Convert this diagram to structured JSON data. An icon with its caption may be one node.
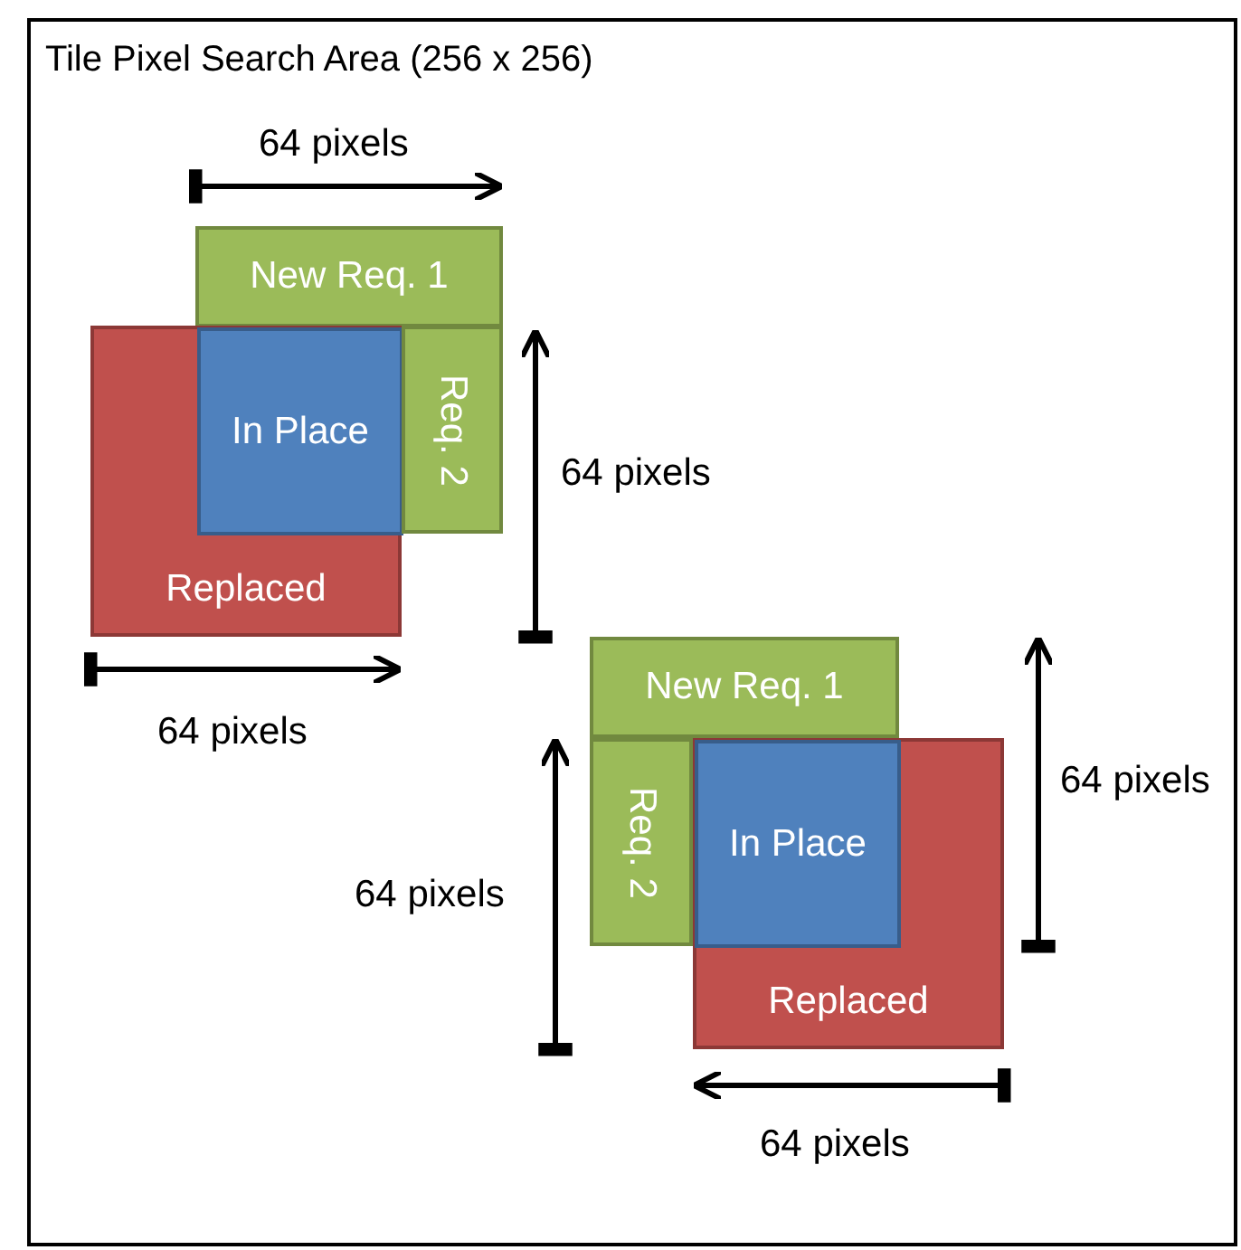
{
  "diagram": {
    "nodes": [
      {
        "text": [
          "Tile Pixel Search Area (256 x 256)"
        ]
      },
      {
        "text": [
          "New Req. 1"
        ],
        "in": 0
      },
      {
        "text": [
          "Replaced"
        ],
        "in": 0
      },
      {
        "text": [
          "In Place"
        ],
        "in": 2
      },
      {
        "text": [
          "Req. 2"
        ],
        "in": 0
      },
      {
        "text": [
          "New Req. 1"
        ],
        "in": 0
      },
      {
        "text": [
          "Replaced"
        ],
        "in": 0
      },
      {
        "text": [
          "Req. 2"
        ],
        "in": 0
      },
      {
        "text": [
          "In Place"
        ],
        "in": 6
      }
    ],
    "edges": [],
    "labels": [
      "64 pixels",
      "64 pixels",
      "64 pixels",
      "64 pixels",
      "64 pixels",
      "64 pixels"
    ]
  }
}
